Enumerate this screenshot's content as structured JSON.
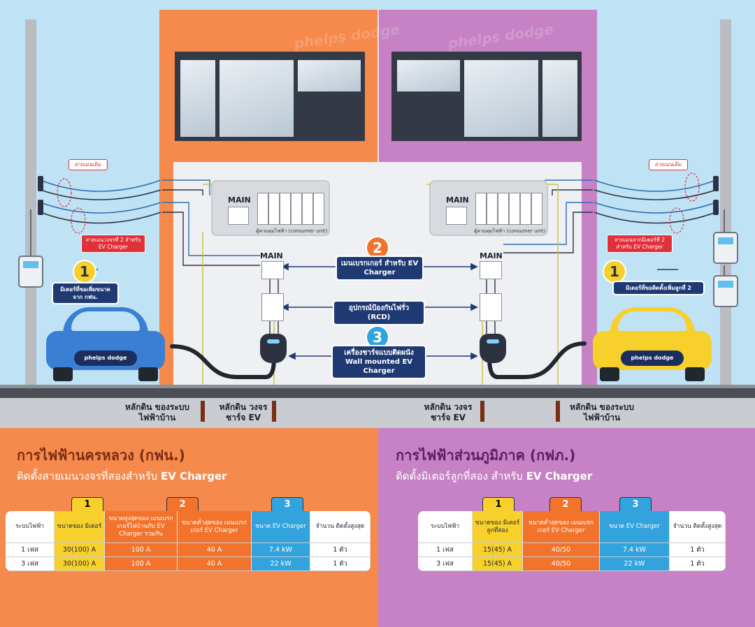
{
  "diagram": {
    "left_tags": {
      "existing_service_wire": "สายเมนเดิม",
      "second_service_wire": "สายเมนวงจรที่ 2 สำหรับ EV Charger"
    },
    "right_tags": {
      "existing_service_wire": "สายเมนเดิม",
      "second_service_wire": "สายเมนจากมิเตอร์ที่ 2 สำหรับ EV Charger"
    },
    "left_meter_callout": {
      "number": "1",
      "text": "มิเตอร์ที่ขอเพิ่มขนาด จาก กฟน."
    },
    "right_meter_callout": {
      "number": "1",
      "text": "มิเตอร์ที่ขอติดตั้งเพิ่มลูกที่ 2"
    },
    "consumer_unit_label": "ตู้ควบคุมไฟฟ้า (consumer unit)",
    "main_label": "MAIN",
    "center_callouts": {
      "breaker": {
        "number": "2",
        "text": "เมนเบรกเกอร์ สำหรับ EV Charger"
      },
      "rcd": {
        "text": "อุปกรณ์ป้องกันไฟรั่ว (RCD)"
      },
      "charger": {
        "number": "3",
        "text": "เครื่องชาร์จแบบติดผนัง Wall mounted EV Charger"
      }
    },
    "car_logo": "phelps dodge",
    "watermark": "phelps dodge",
    "grounds": {
      "left_house": "หลักดิน ของระบบไฟฟ้าบ้าน",
      "left_ev": "หลักดิน วงจรชาร์จ EV",
      "right_ev": "หลักดิน วงจรชาร์จ EV",
      "right_house": "หลักดิน ของระบบไฟฟ้าบ้าน"
    }
  },
  "left_section": {
    "title": "การไฟฟ้านครหลวง (กฟน.)",
    "subtitle_prefix": "ติดตั้งสายเมนวงจรที่สองสำหรับ",
    "subtitle_bold": "EV Charger",
    "tab_numbers": [
      "1",
      "2",
      "3"
    ],
    "headers": [
      "ระบบไฟฟ้า",
      "ขนาดของ มิเตอร์",
      "ขนาดสูงสุดของ เมนเบรกเกอร์ไฟบ้านกับ EV Charger รวมกัน",
      "ขนาดต่ำสุดของ เมนเบรกเกอร์ EV Charger",
      "ขนาด EV Charger",
      "จำนวน ติดตั้งสูงสุด"
    ],
    "rows": [
      [
        "1 เฟส",
        "30(100) A",
        "100 A",
        "40 A",
        "7.4 kW",
        "1 ตัว"
      ],
      [
        "3 เฟส",
        "30(100) A",
        "100 A",
        "40 A",
        "22 kW",
        "1 ตัว"
      ]
    ]
  },
  "right_section": {
    "title": "การไฟฟ้าส่วนภูมิภาค (กฟภ.)",
    "subtitle_prefix": "ติดตั้งมิเตอร์ลูกที่สอง สำหรับ",
    "subtitle_bold": "EV Charger",
    "tab_numbers": [
      "1",
      "2",
      "3"
    ],
    "headers": [
      "ระบบไฟฟ้า",
      "ขนาดของ มิเตอร์ลูกที่สอง",
      "ขนาดต่ำสุดของ เมนเบรกเกอร์ EV Charger",
      "ขนาด EV Charger",
      "จำนวน ติดตั้งสูงสุด"
    ],
    "rows": [
      [
        "1 เฟส",
        "15(45) A",
        "40/50",
        "7.4 kW",
        "1 ตัว"
      ],
      [
        "3 เฟส",
        "15(45) A",
        "40/50",
        "22 kW",
        "1 ตัว"
      ]
    ]
  },
  "colors": {
    "mea_orange": "#f6894c",
    "pea_purple": "#c682c4",
    "navy": "#1f3a73",
    "yellow": "#f7d02b",
    "orange": "#f2732c",
    "blue": "#33a3dd"
  }
}
